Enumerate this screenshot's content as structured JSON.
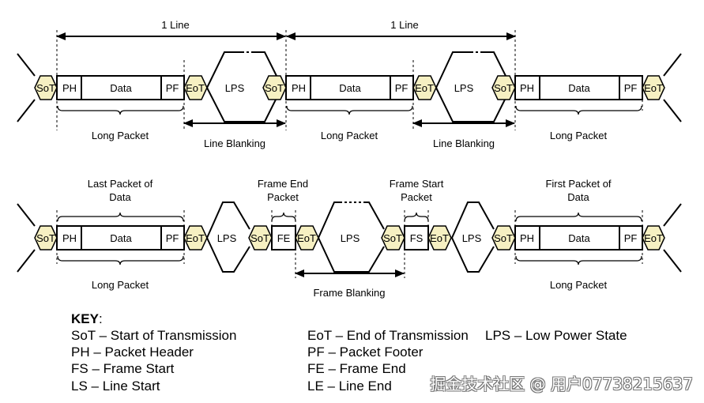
{
  "row1": {
    "line_label_1": "1 Line",
    "line_label_2": "1 Line",
    "long_packet_1": "Long Packet",
    "long_packet_2": "Long Packet",
    "long_packet_3": "Long Packet",
    "line_blanking_1": "Line Blanking",
    "line_blanking_2": "Line Blanking"
  },
  "row2": {
    "last_packet_line1": "Last Packet of",
    "last_packet_line2": "Data",
    "frame_end_line1": "Frame End",
    "frame_end_line2": "Packet",
    "frame_start_line1": "Frame Start",
    "frame_start_line2": "Packet",
    "first_packet_line1": "First Packet of",
    "first_packet_line2": "Data",
    "long_packet_1": "Long Packet",
    "long_packet_2": "Long Packet",
    "frame_blanking": "Frame Blanking"
  },
  "fields": {
    "sot": "SoT",
    "eot": "EoT",
    "ph": "PH",
    "pf": "PF",
    "data": "Data",
    "lps": "LPS",
    "fe": "FE",
    "fs": "FS"
  },
  "key": {
    "title": "KEY",
    "title_suffix": ":",
    "sot": "SoT – Start of Transmission",
    "eot": "EoT – End of Transmission",
    "lps": "LPS – Low Power State",
    "ph": "PH – Packet Header",
    "pf": "PF – Packet Footer",
    "fs": "FS – Frame Start",
    "fe": "FE – Frame End",
    "ls": "LS – Line Start",
    "le": "LE – Line End"
  },
  "watermark": "掘金技术社区 @ 用户07738215637",
  "colors": {
    "marker_fill": "#f6f0c2",
    "line": "#000000"
  }
}
